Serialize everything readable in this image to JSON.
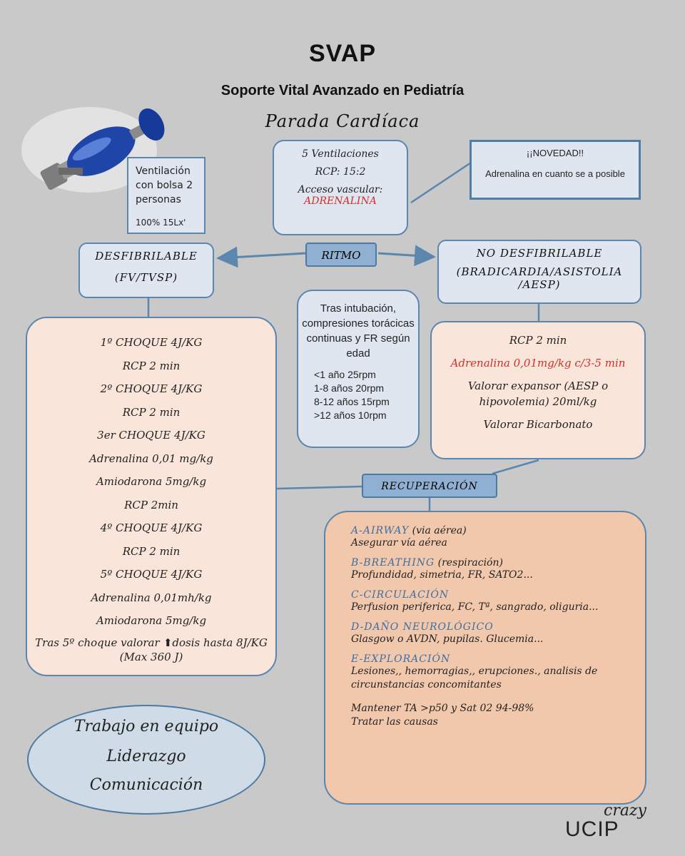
{
  "header": {
    "title": "SVAP",
    "subtitle": "Soporte Vital Avanzado en Pediatría",
    "scenario": "Parada Cardíaca"
  },
  "ventilation_note": {
    "text": "Ventilación con bolsa 2 personas",
    "oxygen": "100% 15Lx'"
  },
  "initial_steps": {
    "lines": [
      "5 Ventilaciones",
      "RCP: 15:2",
      "Acceso vascular:"
    ],
    "drug": "ADRENALINA"
  },
  "novedad": {
    "title": "¡¡NOVEDAD!!",
    "text": "Adrenalina en cuanto se a posible"
  },
  "rhythm": "RITMO",
  "shockable": {
    "title": "DESFIBRILABLE",
    "subtitle": "(FV/TVSP)"
  },
  "non_shockable": {
    "title": "NO DESFIBRILABLE",
    "subtitle": "(BRADICARDIA/ASISTOLIA /AESP)"
  },
  "shockable_steps": [
    {
      "text": "1º CHOQUE 4J/KG",
      "highlight": false
    },
    {
      "text": "RCP 2 min",
      "highlight": false
    },
    {
      "text": "2º CHOQUE 4J/KG",
      "highlight": false
    },
    {
      "text": "RCP 2 min",
      "highlight": false
    },
    {
      "text": "3er CHOQUE 4J/KG",
      "highlight": false
    },
    {
      "text": "Adrenalina 0,01 mg/kg",
      "highlight": true
    },
    {
      "text": "Amiodarona 5mg/kg",
      "highlight": true
    },
    {
      "text": "RCP 2min",
      "highlight": false
    },
    {
      "text": "4º CHOQUE 4J/KG",
      "highlight": false
    },
    {
      "text": "RCP 2 min",
      "highlight": false
    },
    {
      "text": "5º CHOQUE 4J/KG",
      "highlight": false
    },
    {
      "text": "Adrenalina 0,01mh/kg",
      "highlight": true
    },
    {
      "text": "Amiodarona 5mg/kg",
      "highlight": true
    }
  ],
  "shockable_final": {
    "before": "Tras 5º choque valorar",
    "after": "dosis hasta 8J/KG (Max 360 J)"
  },
  "intubation": {
    "text": "Tras intubación, compresiones torácicas continuas y FR según edad",
    "rates": [
      "<1 año 25rpm",
      "1-8 años 20rpm",
      "8-12 años 15rpm",
      ">12 años 10rpm"
    ]
  },
  "non_shockable_steps": [
    {
      "text": "RCP 2 min",
      "highlight": false
    },
    {
      "text": "Adrenalina 0,01mg/kg c/3-5 min",
      "highlight": true
    },
    {
      "text": "Valorar expansor (AESP o hipovolemia) 20ml/kg",
      "highlight": false
    },
    {
      "text": "Valorar Bicarbonato",
      "highlight": false
    }
  ],
  "recovery": "RECUPERACIÓN",
  "abcde": [
    {
      "head": "A-AIRWAY",
      "note": "(via aérea)",
      "text": "Asegurar vía aérea"
    },
    {
      "head": "B-BREATHING",
      "note": "(respiración)",
      "text": "Profundidad, simetria, FR, SATO2..."
    },
    {
      "head": "C-CIRCULACIÓN",
      "note": "",
      "text": "Perfusion periferica, FC, Tª, sangrado, oliguria..."
    },
    {
      "head": "D-DAÑO NEUROLÓGICO",
      "note": "",
      "text": "Glasgow o AVDN, pupilas. Glucemia..."
    },
    {
      "head": "E-EXPLORACIÓN",
      "note": "",
      "text": "Lesiones,, hemorragias,, erupciones., analisis de circunstancias concomitantes"
    }
  ],
  "maintain": [
    "Mantener TA >p50 y Sat 02 94-98%",
    "Tratar las causas"
  ],
  "team": [
    "Trabajo en equipo",
    "Liderazgo",
    "Comunicación"
  ],
  "brand": {
    "script": "crazy",
    "name": "UCIP"
  },
  "colors": {
    "background": "#c9c9c9",
    "box_border": "#5b86ad",
    "drug_red": "#d0302c",
    "abcde_fill": "#f2c8ad"
  }
}
